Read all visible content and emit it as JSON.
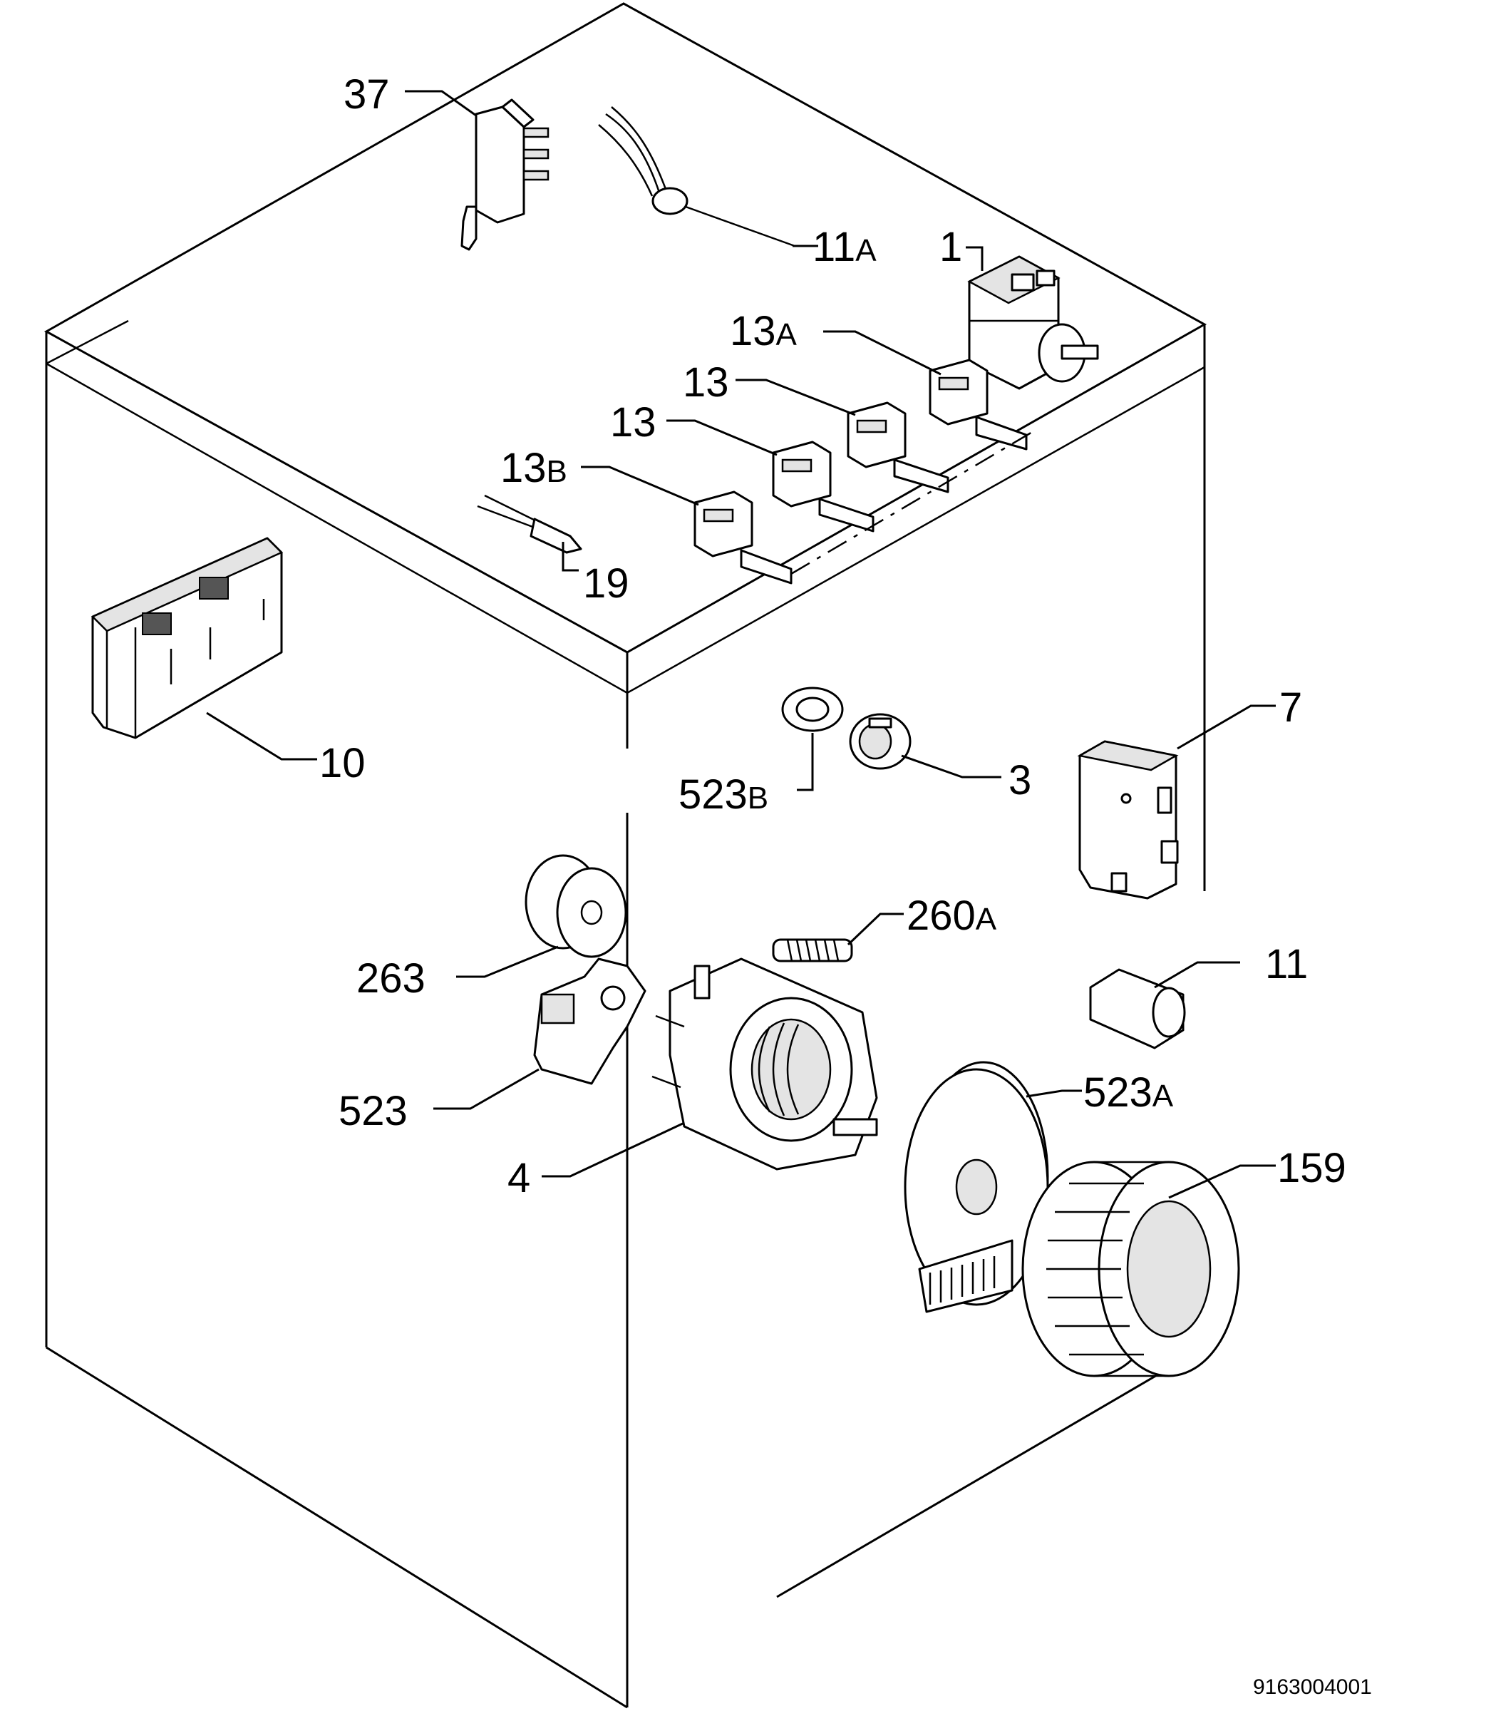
{
  "diagram": {
    "callouts": {
      "c37": {
        "num": "37",
        "suffix": ""
      },
      "c11a": {
        "num": "11",
        "suffix": "A"
      },
      "c1": {
        "num": "1",
        "suffix": ""
      },
      "c13a": {
        "num": "13",
        "suffix": "A"
      },
      "c13_upper": {
        "num": "13",
        "suffix": ""
      },
      "c13_lower": {
        "num": "13",
        "suffix": ""
      },
      "c13b": {
        "num": "13",
        "suffix": "B"
      },
      "c19": {
        "num": "19",
        "suffix": ""
      },
      "c10": {
        "num": "10",
        "suffix": ""
      },
      "c7": {
        "num": "7",
        "suffix": ""
      },
      "c523b": {
        "num": "523",
        "suffix": "B"
      },
      "c3": {
        "num": "3",
        "suffix": ""
      },
      "c260a": {
        "num": "260",
        "suffix": "A"
      },
      "c263": {
        "num": "263",
        "suffix": ""
      },
      "c11": {
        "num": "11",
        "suffix": ""
      },
      "c523": {
        "num": "523",
        "suffix": ""
      },
      "c523a": {
        "num": "523",
        "suffix": "A"
      },
      "c4": {
        "num": "4",
        "suffix": ""
      },
      "c159": {
        "num": "159",
        "suffix": ""
      }
    },
    "reference_code": "9163004001"
  }
}
